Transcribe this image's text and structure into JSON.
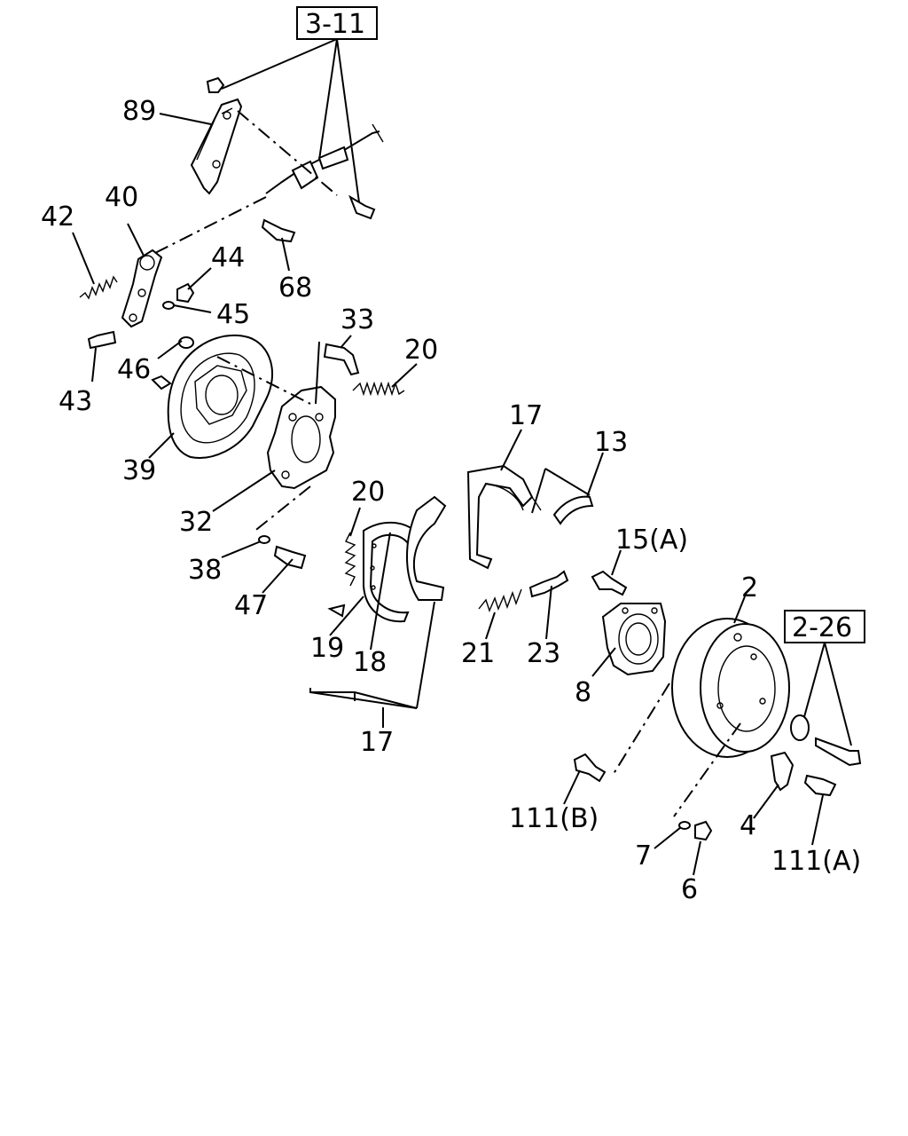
{
  "refs": {
    "r311": "3-11",
    "r226": "2-26"
  },
  "labels": {
    "p89": "89",
    "p40": "40",
    "p42": "42",
    "p44": "44",
    "p45": "45",
    "p68": "68",
    "p33": "33",
    "p20a": "20",
    "p46": "46",
    "p43": "43",
    "p39": "39",
    "p32": "32",
    "p17a": "17",
    "p13": "13",
    "p20b": "20",
    "p38": "38",
    "p47": "47",
    "p15a": "15(A)",
    "p2": "2",
    "p19": "19",
    "p18": "18",
    "p21": "21",
    "p23": "23",
    "p8": "8",
    "p17b": "17",
    "p111b": "111(B)",
    "p4": "4",
    "p7": "7",
    "p6": "6",
    "p111a": "111(A)"
  }
}
